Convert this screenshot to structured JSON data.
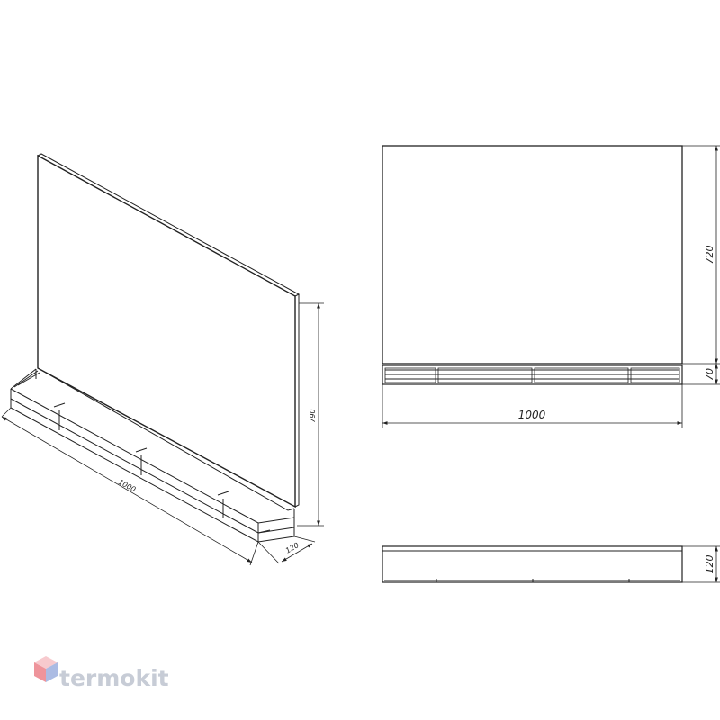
{
  "dimensions": {
    "iso_width": "1000",
    "iso_height": "790",
    "iso_depth": "120",
    "front_height_mirror": "720",
    "front_height_shelf": "70",
    "front_width": "1000",
    "bottom_depth": "120"
  },
  "watermark": {
    "brand": "termokit"
  },
  "colors": {
    "line": "#222222",
    "watermark_text": "#c7ccd6",
    "logo_red": "#e8707a",
    "logo_blue": "#8fa4d9"
  }
}
